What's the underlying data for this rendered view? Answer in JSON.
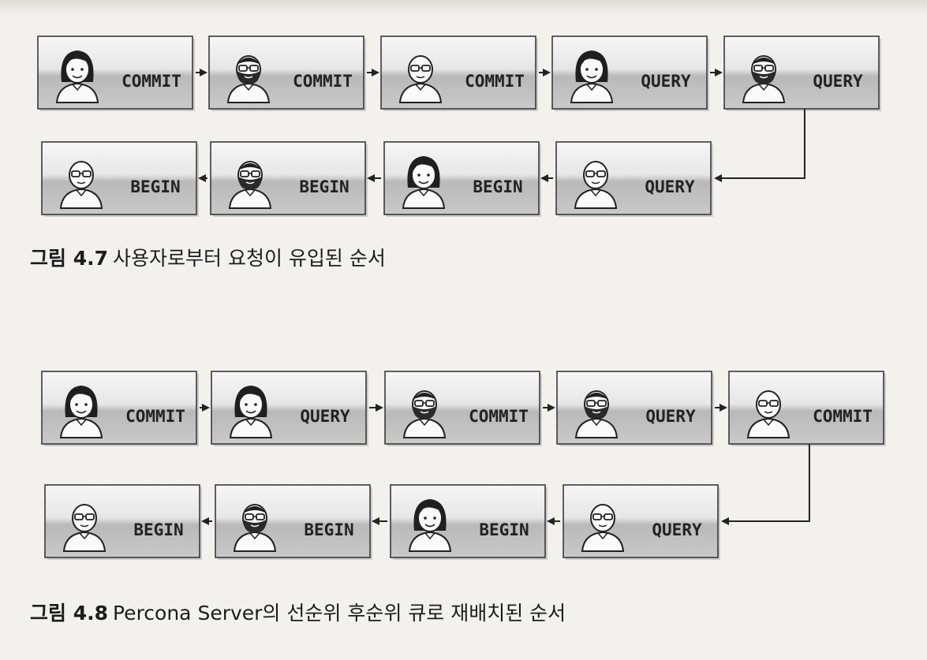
{
  "figures": [
    {
      "caption_number": "그림 4.7",
      "caption_text": "사용자로부터 요청이 유입된 순서",
      "row1": [
        {
          "label": "COMMIT",
          "person": "woman"
        },
        {
          "label": "COMMIT",
          "person": "bearded-man"
        },
        {
          "label": "COMMIT",
          "person": "bald-man"
        },
        {
          "label": "QUERY",
          "person": "woman"
        },
        {
          "label": "QUERY",
          "person": "bearded-man"
        }
      ],
      "row2": [
        {
          "label": "BEGIN",
          "person": "bald-man"
        },
        {
          "label": "BEGIN",
          "person": "bearded-man"
        },
        {
          "label": "BEGIN",
          "person": "woman"
        },
        {
          "label": "QUERY",
          "person": "bald-man"
        }
      ]
    },
    {
      "caption_number": "그림 4.8",
      "caption_text": "Percona Server의 선순위 후순위 큐로 재배치된 순서",
      "row1": [
        {
          "label": "COMMIT",
          "person": "woman"
        },
        {
          "label": "QUERY",
          "person": "woman"
        },
        {
          "label": "COMMIT",
          "person": "bearded-man"
        },
        {
          "label": "QUERY",
          "person": "bearded-man"
        },
        {
          "label": "COMMIT",
          "person": "bald-man"
        }
      ],
      "row2": [
        {
          "label": "BEGIN",
          "person": "bald-man"
        },
        {
          "label": "BEGIN",
          "person": "bearded-man"
        },
        {
          "label": "BEGIN",
          "person": "woman"
        },
        {
          "label": "QUERY",
          "person": "bald-man"
        }
      ]
    }
  ]
}
